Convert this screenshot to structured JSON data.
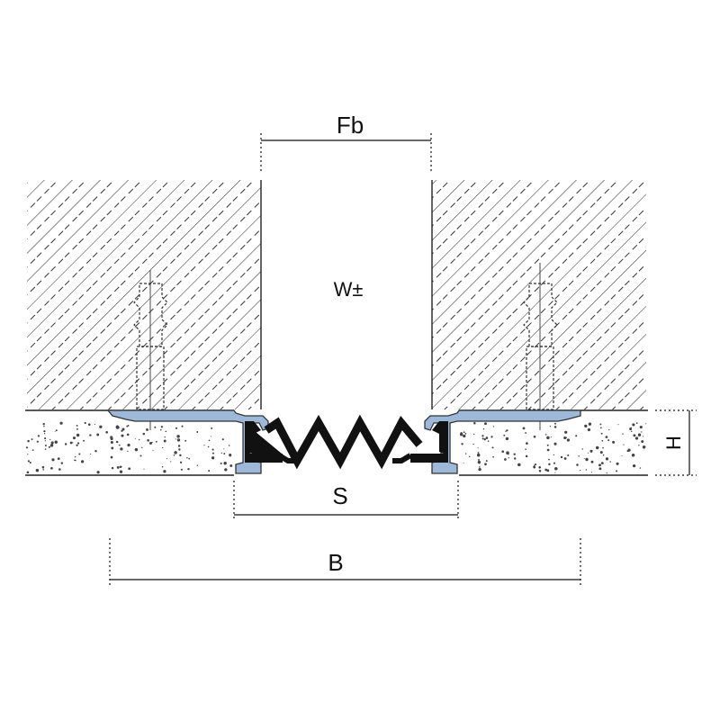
{
  "labels": {
    "fb": "Fb",
    "w": "W±",
    "s": "S",
    "b": "B",
    "h": "H"
  },
  "colors": {
    "profile": "#9db8d8",
    "profile_stroke": "#333333",
    "seal": "#111111",
    "hatch": "#333333",
    "screed_speckle": "#444444",
    "line": "#111111"
  }
}
